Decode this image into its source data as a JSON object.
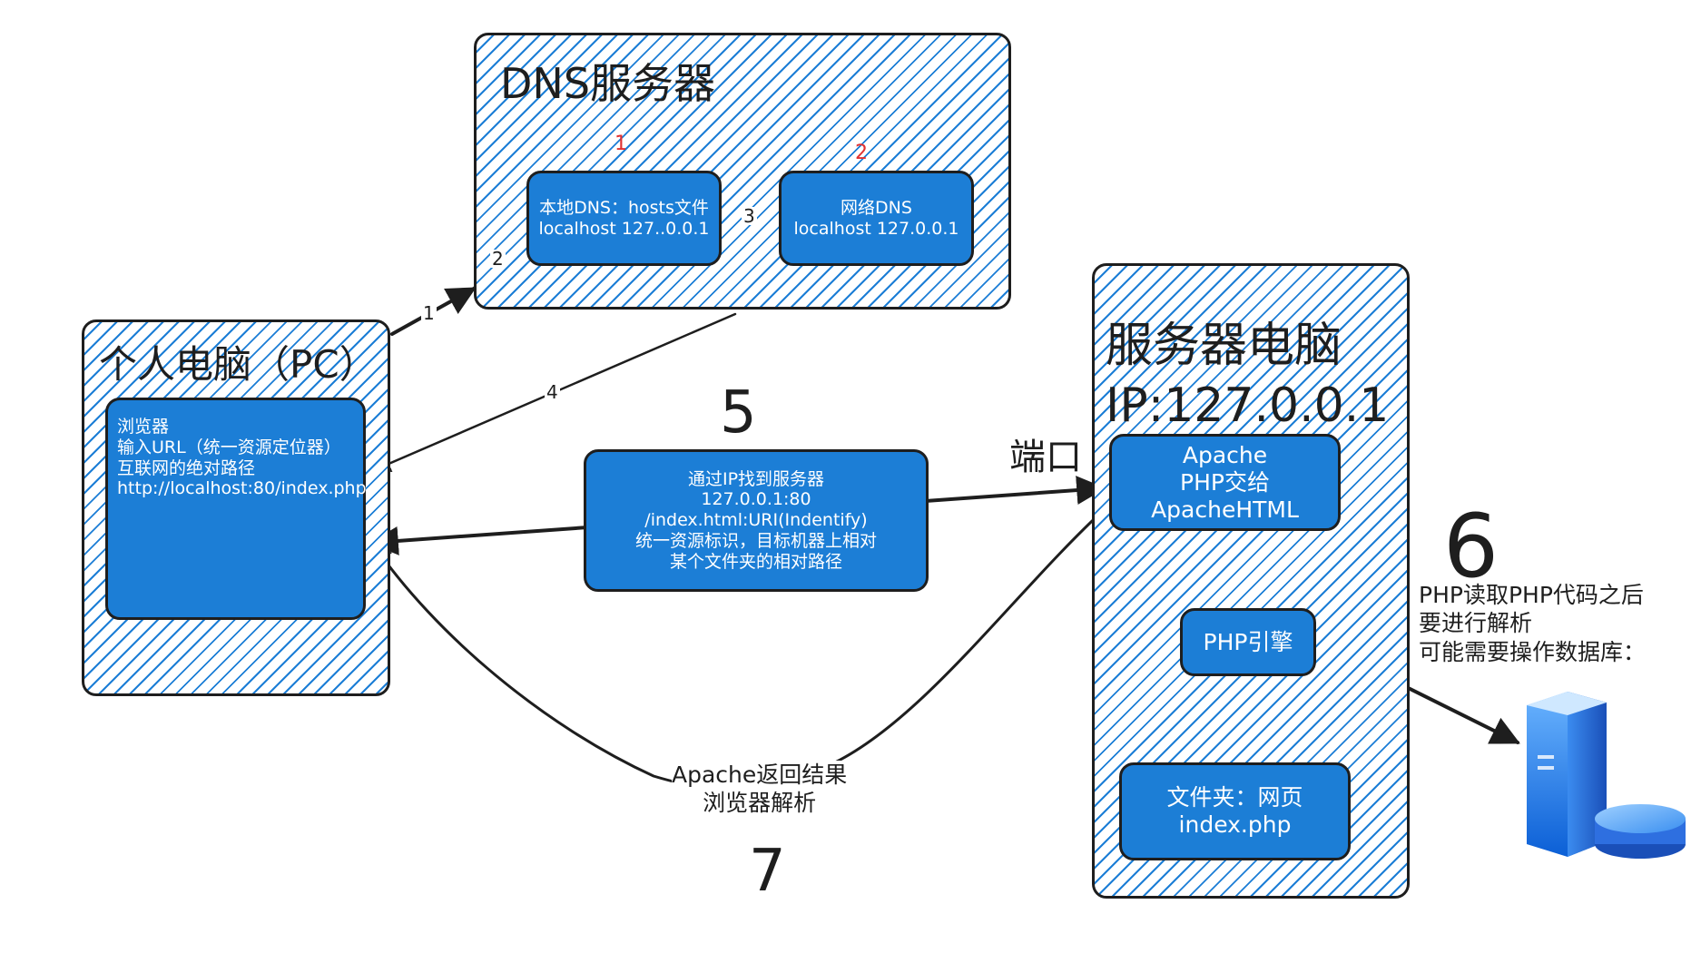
{
  "zones": {
    "dns": "DNS服务器",
    "pc": "个人电脑（PC）",
    "server_line1": "服务器电脑",
    "server_line2": "IP:127.0.0.1"
  },
  "boxes": {
    "local_dns": [
      "本地DNS：hosts文件",
      "localhost 127..0.0.1"
    ],
    "net_dns": [
      "网络DNS",
      "localhost 127.0.0.1"
    ],
    "browser": [
      "浏览器",
      "输入URL（统一资源定位器）",
      "互联网的绝对路径",
      "http://localhost:80/index.php"
    ],
    "request": [
      "通过IP找到服务器",
      "127.0.0.1:80",
      "/index.html:URI(Indentify)",
      "统一资源标识，目标机器上相对",
      "某个文件夹的相对路径"
    ],
    "apache": [
      "Apache",
      "PHP交给",
      "ApacheHTML"
    ],
    "php_engine": [
      "PHP引擎"
    ],
    "folder": [
      "文件夹：网页",
      "index.php"
    ]
  },
  "labels": {
    "port": "端口",
    "step5": "5",
    "step6": "6",
    "step7": "7",
    "dns_num1": "1",
    "dns_num2": "2",
    "php_note": [
      "PHP读取PHP代码之后",
      "要进行解析",
      "可能需要操作数据库："
    ],
    "apache_return": [
      "Apache返回结果",
      "浏览器解析"
    ]
  },
  "edges": {
    "e1": "1",
    "e2": "2",
    "e3": "3",
    "e4": "4"
  },
  "icons": {
    "database": "database-server-icon"
  },
  "colors": {
    "accent": "#1c7ed6",
    "stroke": "#1e1e1e",
    "red": "#e03131"
  }
}
